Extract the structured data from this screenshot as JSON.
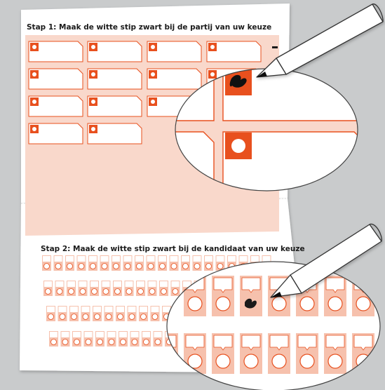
{
  "step1": {
    "title": "Stap 1: Maak de witte stip zwart bij de partij van uw keuze"
  },
  "step2": {
    "title": "Stap 2: Maak de witte stip zwart bij de kandidaat van uw keuze"
  },
  "colors": {
    "background": "#c9cbcc",
    "paper": "#ffffff",
    "accent": "#e8501e",
    "tint": "#f9d8cb",
    "candidate_fill": "#f6c1ad",
    "ink": "#1a1a1a"
  },
  "icons": [
    "pencil-icon",
    "magnifier-lens",
    "filled-dot-mark",
    "empty-dot"
  ]
}
